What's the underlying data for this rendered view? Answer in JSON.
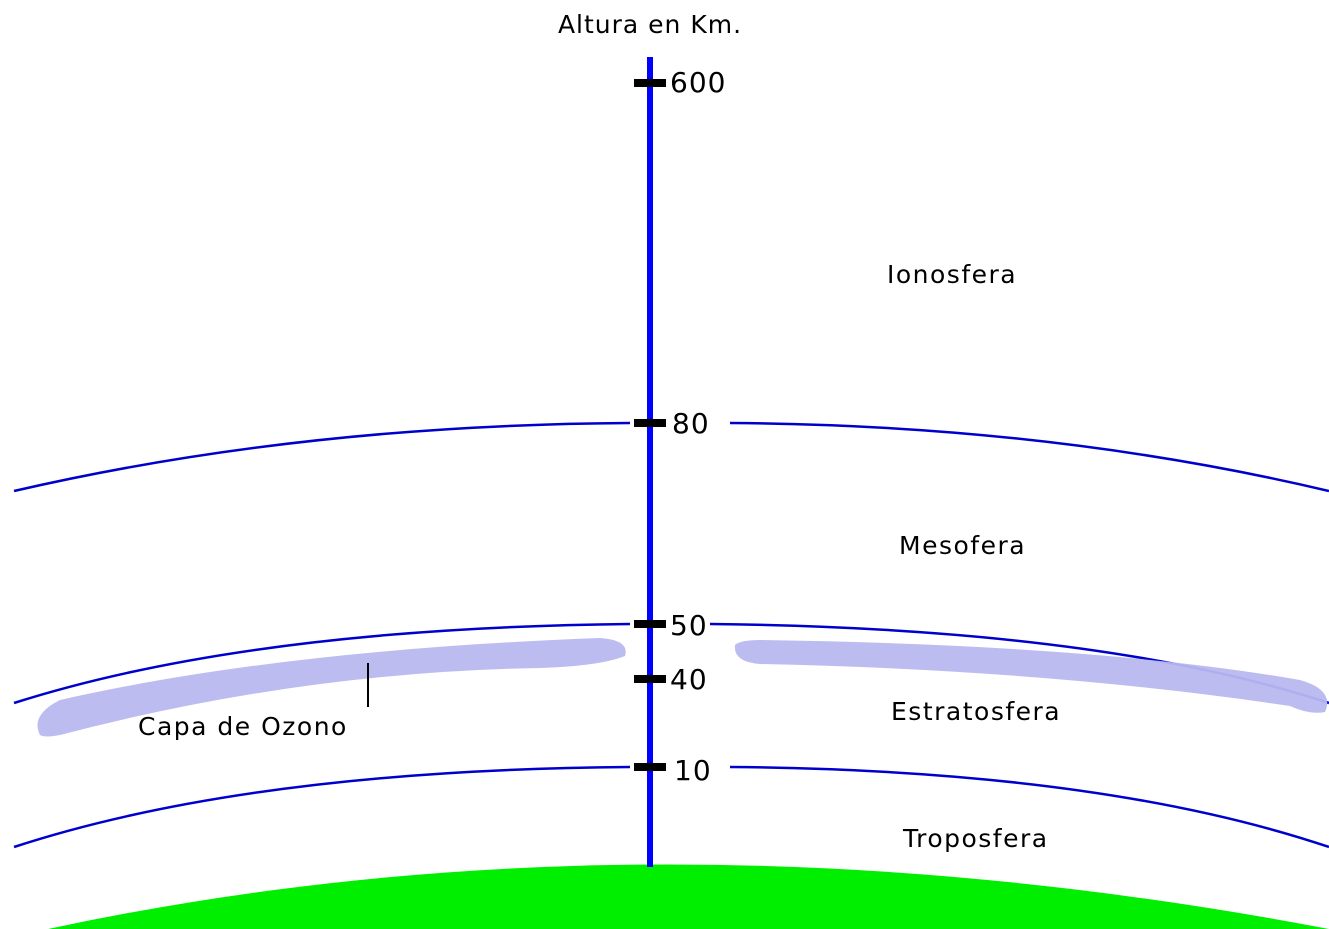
{
  "axis": {
    "title": "Altura en Km.",
    "ticks": [
      "600",
      "80",
      "50",
      "40",
      "10"
    ]
  },
  "layers": {
    "ionosfera": "Ionosfera",
    "mesofera": "Mesofera",
    "estratosfera": "Estratosfera",
    "troposfera": "Troposfera"
  },
  "ozone": {
    "label": "Capa de Ozono"
  },
  "colors": {
    "axis": "#0000ff",
    "boundary": "#0000cc",
    "ozone": "#b8b8f0",
    "ground": "#00ee00",
    "tick": "#000000"
  }
}
